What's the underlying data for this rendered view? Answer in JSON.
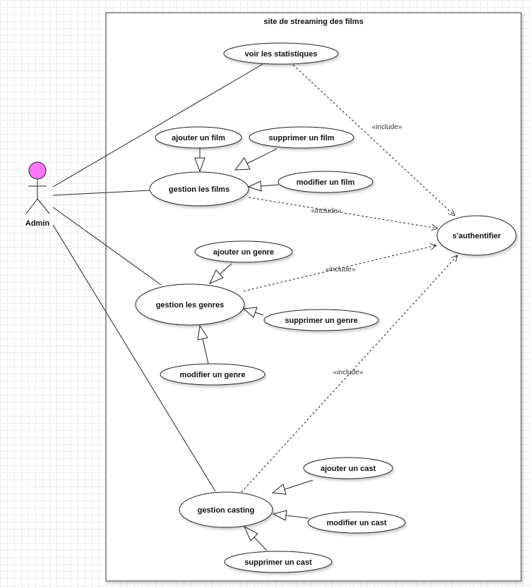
{
  "system": {
    "title": "site de streaming des films"
  },
  "actor": {
    "name": "Admin",
    "head_color": "#ff77ff"
  },
  "use_cases": {
    "stats": "voir les statistiques",
    "add_film": "ajouter un film",
    "del_film": "supprimer un film",
    "films": "gestion les films",
    "mod_film": "modifier un film",
    "auth": "s'authentifier",
    "add_genre": "ajouter un genre",
    "genres": "gestion les genres",
    "del_genre": "supprimer un genre",
    "mod_genre": "modifier un genre",
    "add_cast": "ajouter un cast",
    "casting": "gestion casting",
    "mod_cast": "modifier un cast",
    "del_cast": "supprimer un cast"
  },
  "include_label": "«include»"
}
